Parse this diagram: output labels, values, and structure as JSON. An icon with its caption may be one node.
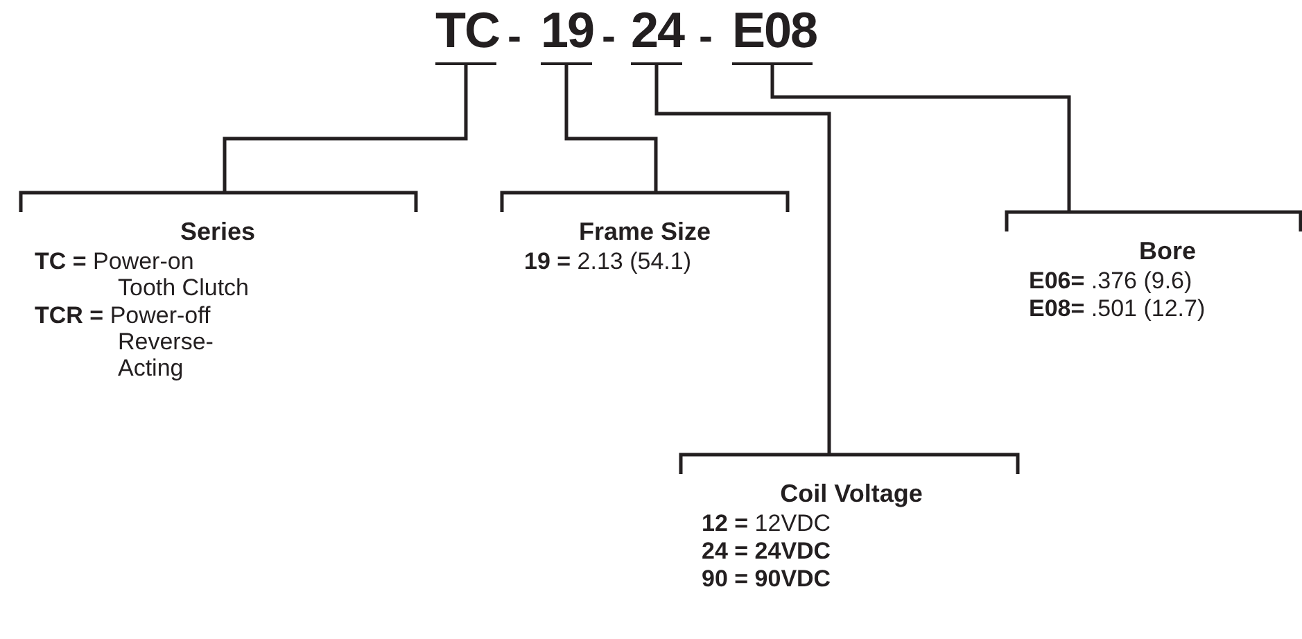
{
  "diagram": {
    "nodes": [
      {
        "text": [
          "TC"
        ]
      },
      {
        "text": [
          "19"
        ]
      },
      {
        "text": [
          "24"
        ]
      },
      {
        "text": [
          "E08"
        ]
      },
      {
        "text": [
          "Series",
          "**TC =** Power-on Tooth Clutch",
          "**TCR =** Power-off Reverse-Acting"
        ]
      },
      {
        "text": [
          "Frame Size",
          "**19 =** 2.13 (54.1)"
        ]
      },
      {
        "text": [
          "Coil Voltage",
          "**12 =** 12VDC",
          "**24 = 24VDC**",
          "**90 = 90VDC**"
        ]
      },
      {
        "text": [
          "Bore",
          "**E06=** .376 (9.6)",
          "**E08=** .501 (12.7)"
        ]
      }
    ],
    "edges": [
      {
        "from": 0,
        "to": 4,
        "arrow": "none"
      },
      {
        "from": 1,
        "to": 5,
        "arrow": "none"
      },
      {
        "from": 2,
        "to": 6,
        "arrow": "none"
      },
      {
        "from": 3,
        "to": 7,
        "arrow": "none"
      }
    ],
    "labels": [
      "-",
      "-",
      "-"
    ]
  }
}
